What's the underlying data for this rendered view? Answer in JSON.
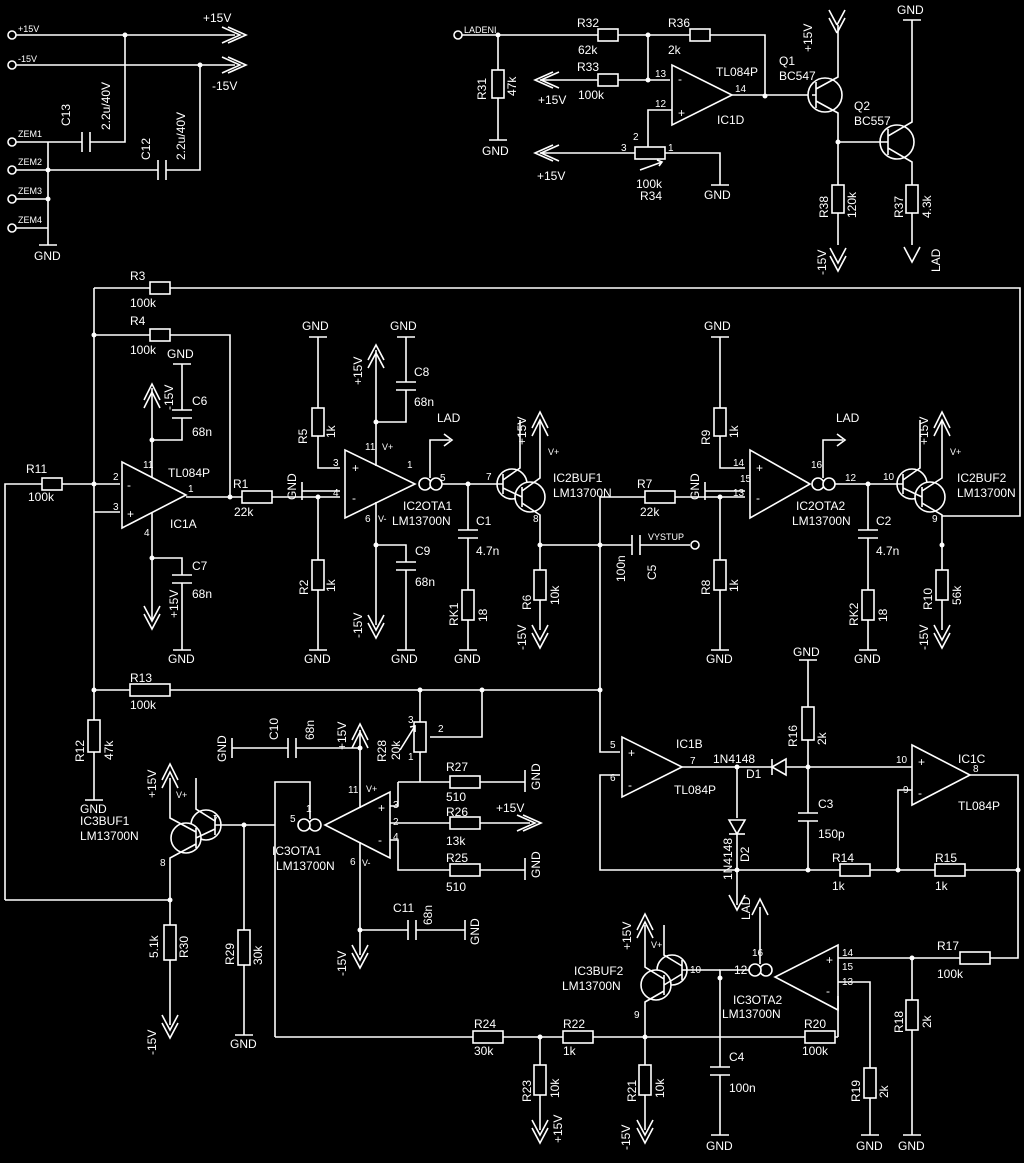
{
  "rails": {
    "pos_label": "+15V",
    "neg_label": "-15V",
    "gnd_label": "GND",
    "lad_label": "LAD"
  },
  "power": {
    "conn_pos": "+15V",
    "conn_neg": "-15V",
    "zem": [
      "ZEM1",
      "ZEM2",
      "ZEM3",
      "ZEM4"
    ],
    "c13": {
      "name": "C13",
      "value": "2.2u/40V"
    },
    "c12": {
      "name": "C12",
      "value": "2.2u/40V"
    }
  },
  "charge": {
    "input": "LADENI",
    "r32": {
      "name": "R32",
      "value": "62k"
    },
    "r33": {
      "name": "R33",
      "value": "100k"
    },
    "r36": {
      "name": "R36",
      "value": "2k"
    },
    "r31": {
      "name": "R31",
      "value": "47k"
    },
    "r34": {
      "name": "R34",
      "value": "100k"
    },
    "ic1d": {
      "name": "IC1D",
      "type": "TL084P"
    },
    "q1": {
      "name": "Q1",
      "type": "BC547"
    },
    "q2": {
      "name": "Q2",
      "type": "BC557"
    },
    "r38": {
      "name": "R38",
      "value": "120k"
    },
    "r37": {
      "name": "R37",
      "value": "4.3k"
    }
  },
  "filter": {
    "r3": {
      "name": "R3",
      "value": "100k"
    },
    "r4": {
      "name": "R4",
      "value": "100k"
    },
    "r11": {
      "name": "R11",
      "value": "100k"
    },
    "ic1a": {
      "name": "IC1A",
      "type": "TL084P"
    },
    "c6": {
      "name": "C6",
      "value": "68n"
    },
    "c7": {
      "name": "C7",
      "value": "68n"
    },
    "r1": {
      "name": "R1",
      "value": "22k"
    },
    "r5": {
      "name": "R5",
      "value": "1k"
    },
    "r2": {
      "name": "R2",
      "value": "1k"
    },
    "ota1": {
      "name": "IC2OTA1",
      "type": "LM13700N"
    },
    "c8": {
      "name": "C8",
      "value": "68n"
    },
    "c9": {
      "name": "C9",
      "value": "68n"
    },
    "c1": {
      "name": "C1",
      "value": "4.7n"
    },
    "rk1": {
      "name": "RK1",
      "value": "18"
    },
    "buf1": {
      "name": "IC2BUF1",
      "type": "LM13700N"
    },
    "r6": {
      "name": "R6",
      "value": "10k"
    },
    "c5": {
      "name": "C5",
      "value": "100n"
    },
    "out": "VYSTUP",
    "r7": {
      "name": "R7",
      "value": "22k"
    },
    "r9": {
      "name": "R9",
      "value": "1k"
    },
    "r8": {
      "name": "R8",
      "value": "1k"
    },
    "ota2": {
      "name": "IC2OTA2",
      "type": "LM13700N"
    },
    "c2": {
      "name": "C2",
      "value": "4.7n"
    },
    "rk2": {
      "name": "RK2",
      "value": "18"
    },
    "buf2": {
      "name": "IC2BUF2",
      "type": "LM13700N"
    },
    "r10": {
      "name": "R10",
      "value": "56k"
    }
  },
  "control": {
    "r13": {
      "name": "R13",
      "value": "100k"
    },
    "r12": {
      "name": "R12",
      "value": "47k"
    },
    "c10": {
      "name": "C10",
      "value": "68n"
    },
    "r28": {
      "name": "R28",
      "value": "20k"
    },
    "r27": {
      "name": "R27",
      "value": "510"
    },
    "r26": {
      "name": "R26",
      "value": "13k"
    },
    "r25": {
      "name": "R25",
      "value": "510"
    },
    "ota3": {
      "name": "IC3OTA1",
      "type": "LM13700N"
    },
    "buf3": {
      "name": "IC3BUF1",
      "type": "LM13700N"
    },
    "c11": {
      "name": "C11",
      "value": "68n"
    },
    "r30": {
      "name": "R30",
      "value": "5.1k"
    },
    "r29": {
      "name": "R29",
      "value": "30k"
    },
    "ic1b": {
      "name": "IC1B",
      "type": "TL084P"
    },
    "d1": {
      "name": "D1",
      "type": "1N4148"
    },
    "d2": {
      "name": "D2",
      "type": "1N4148"
    },
    "r16": {
      "name": "R16",
      "value": "2k"
    },
    "c3": {
      "name": "C3",
      "value": "150p"
    },
    "ic1c": {
      "name": "IC1C",
      "type": "TL084P"
    },
    "r14": {
      "name": "R14",
      "value": "1k"
    },
    "r15": {
      "name": "R15",
      "value": "1k"
    },
    "r17": {
      "name": "R17",
      "value": "100k"
    },
    "r18": {
      "name": "R18",
      "value": "2k"
    },
    "ota4": {
      "name": "IC3OTA2",
      "type": "LM13700N"
    },
    "buf4": {
      "name": "IC3BUF2",
      "type": "LM13700N"
    },
    "r24": {
      "name": "R24",
      "value": "30k"
    },
    "r22": {
      "name": "R22",
      "value": "1k"
    },
    "r20": {
      "name": "R20",
      "value": "100k"
    },
    "r23": {
      "name": "R23",
      "value": "10k"
    },
    "r21": {
      "name": "R21",
      "value": "10k"
    },
    "c4": {
      "name": "C4",
      "value": "100n"
    },
    "r19": {
      "name": "R19",
      "value": "2k"
    }
  }
}
